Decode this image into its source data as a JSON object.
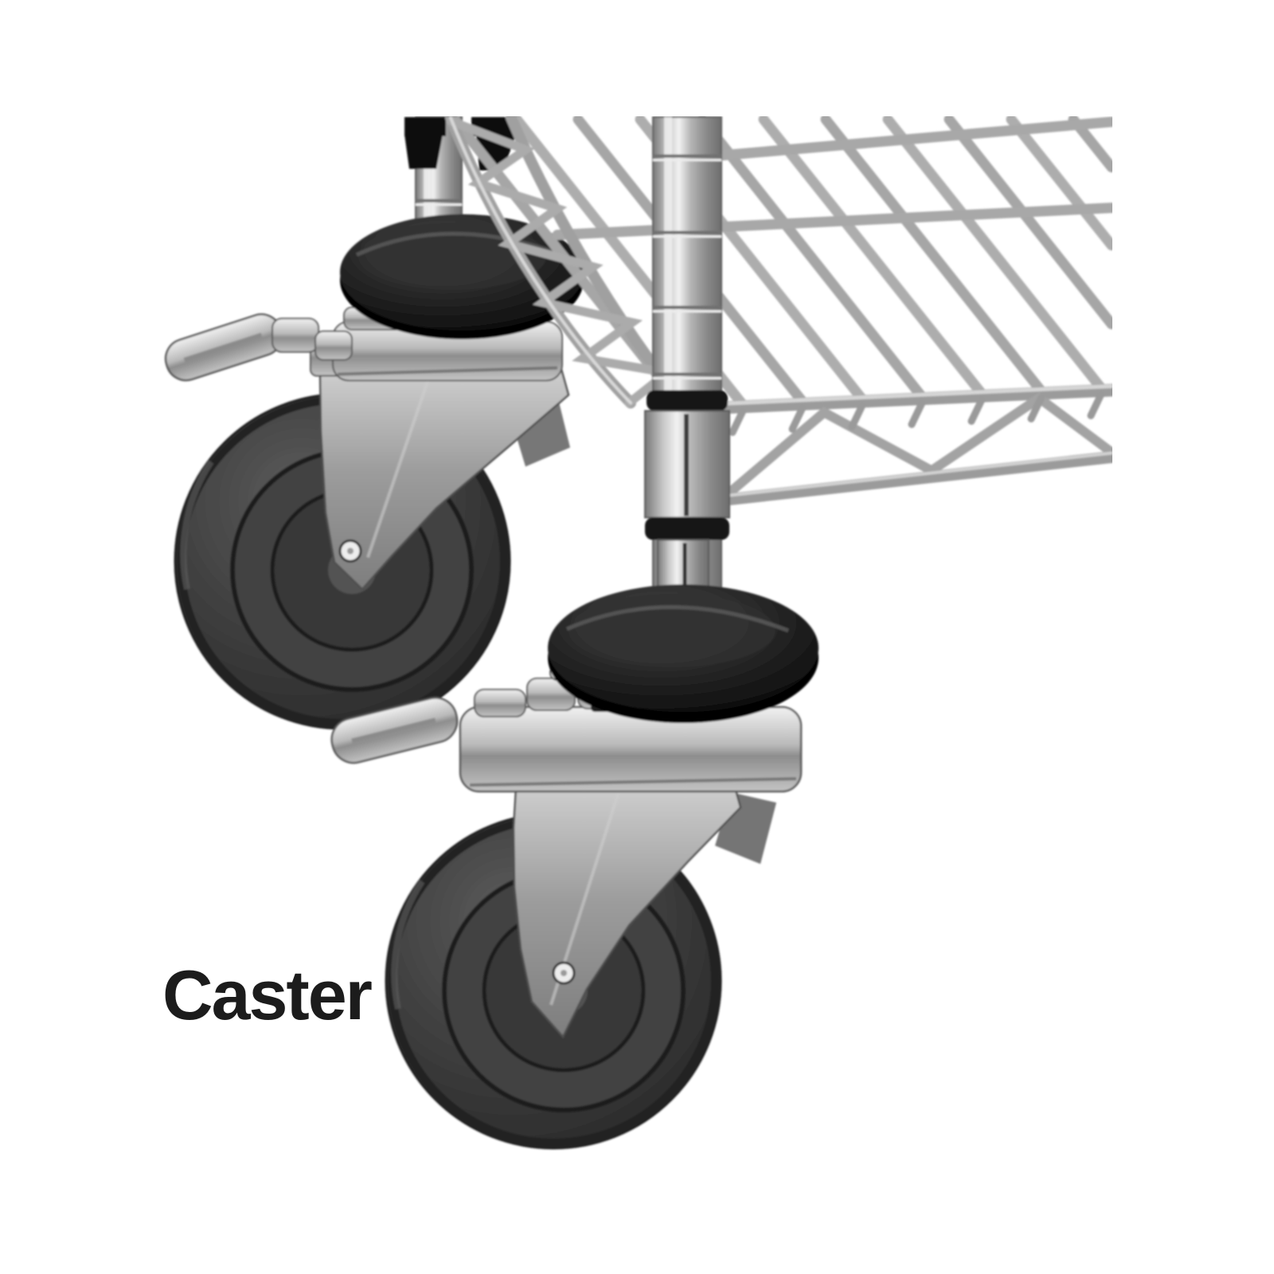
{
  "image": {
    "type": "grayscale-product-photo",
    "subject": "Corner of a chrome wire shelving cart with two locking swivel casters",
    "label": {
      "text": "Caster"
    },
    "parts": [
      "wire-shelf",
      "shelf-corner-truss",
      "rear-chrome-post",
      "front-chrome-post",
      "post-collar-ring",
      "donut-bumper-rear",
      "donut-bumper-front",
      "locking-caster-rear",
      "locking-caster-front",
      "brake-lever",
      "swivel-head",
      "caster-fork",
      "wheel",
      "axle-bolt"
    ],
    "palette": {
      "background": "#ffffff",
      "text": "#1c1c1c",
      "chrome_light": "#d9d9d9",
      "chrome_mid": "#a6a6a6",
      "chrome_dark": "#6f6f6f",
      "wheel_rubber": "#333333",
      "bumper_black": "#0d0d0d"
    }
  }
}
